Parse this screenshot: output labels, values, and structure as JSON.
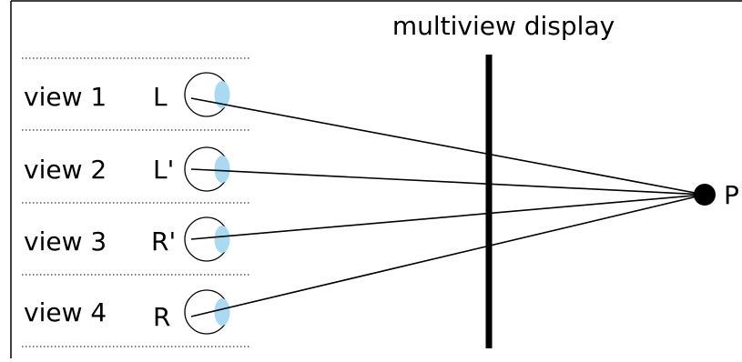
{
  "diagram": {
    "title": "multiview display",
    "point_label": "P",
    "views": [
      {
        "view_label": "view 1",
        "eye_label": "L"
      },
      {
        "view_label": "view 2",
        "eye_label": "L'"
      },
      {
        "view_label": "view 3",
        "eye_label": "R'"
      },
      {
        "view_label": "view 4",
        "eye_label": "R"
      }
    ],
    "colors": {
      "stroke": "#000000",
      "iris": "#a9daf2",
      "background": "#ffffff"
    }
  }
}
